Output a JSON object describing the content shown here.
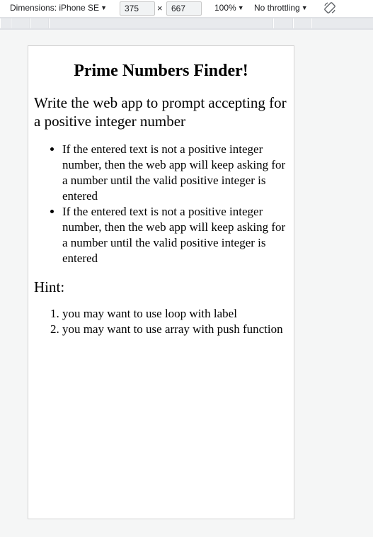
{
  "toolbar": {
    "dimensions_label": "Dimensions: iPhone SE",
    "width_value": "375",
    "times": "×",
    "height_value": "667",
    "zoom": "100%",
    "throttling": "No throttling",
    "rotate_icon": "rotate-icon"
  },
  "page": {
    "title": "Prime Numbers Finder!",
    "intro": "Write the web app to prompt accepting for a positive integer number",
    "bullets": [
      "If the entered text is not a positive integer number, then the web app will keep asking for a number until the valid positive integer is entered",
      "If the entered text is not a positive integer number, then the web app will keep asking for a number until the valid positive integer is entered"
    ],
    "hint_title": "Hint:",
    "steps": [
      "you may want to use loop with label",
      "you may want to use array with push function"
    ]
  }
}
